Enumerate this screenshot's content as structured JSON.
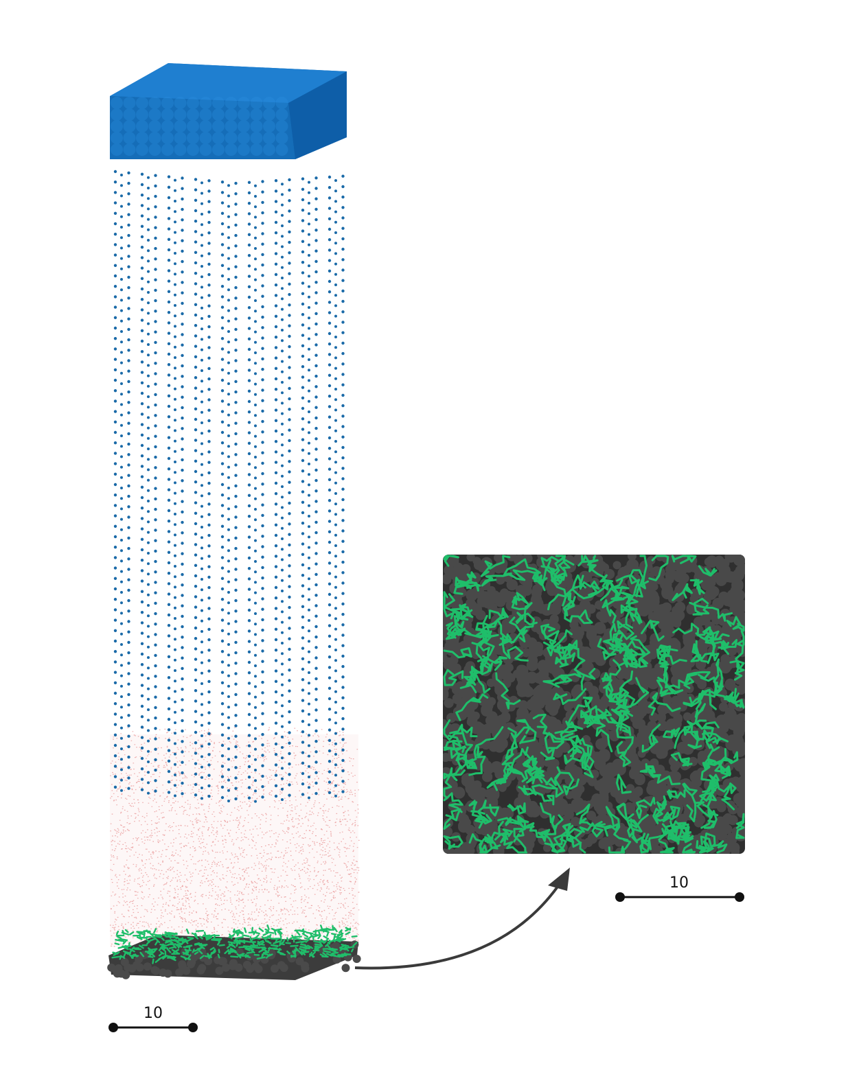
{
  "figure": {
    "colors": {
      "background": "#ffffff",
      "slab_top": "#1f7fd0",
      "slab_side": "#0e5ea8",
      "slab_front": "#156db8",
      "lattice_atom": "#1a6aa8",
      "water": "#e06a6a",
      "substrate_atom": "#3c3c3c",
      "polymer": "#1fbe6a",
      "arrow": "#3a3a3a",
      "scale_bar": "#111111"
    },
    "column": {
      "top_slab": {
        "name": "upper-crystal-slab",
        "color_key": "slab_top"
      },
      "atom_lattice": {
        "name": "lattice-atom-columns",
        "color_key": "lattice_atom"
      },
      "water_region": {
        "name": "water-region",
        "color_key": "water"
      },
      "substrate": {
        "name": "substrate-with-polymer",
        "color_key": "substrate_atom"
      }
    },
    "inset": {
      "name": "top-view-substrate",
      "description_icon": "zoom-arrow-icon"
    },
    "scale_bars": [
      {
        "label": "10"
      },
      {
        "label": "10"
      }
    ]
  }
}
